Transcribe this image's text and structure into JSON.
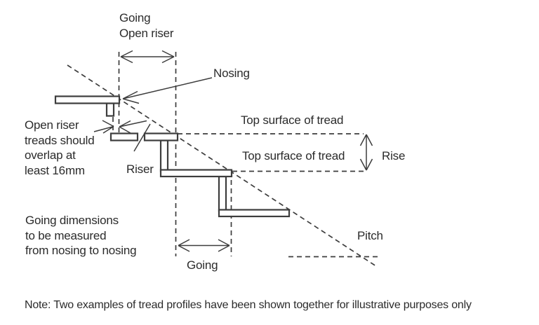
{
  "diagram": {
    "labels": {
      "going_open_riser": "Going\nOpen riser",
      "nosing": "Nosing",
      "top_surface_tread_upper": "Top surface of tread",
      "top_surface_tread_lower": "Top surface of tread",
      "rise": "Rise",
      "open_riser_overlap": "Open riser\ntreads should\noverlap at\nleast 16mm",
      "riser": "Riser",
      "going_measure": "Going dimensions\nto be measured\nfrom nosing to nosing",
      "pitch": "Pitch",
      "going": "Going"
    },
    "note": "Note: Two examples of tread profiles have been shown together for illustrative purposes only",
    "colors": {
      "line": "#3d3d3d",
      "text": "#2b2b2b",
      "background": "#ffffff"
    }
  }
}
